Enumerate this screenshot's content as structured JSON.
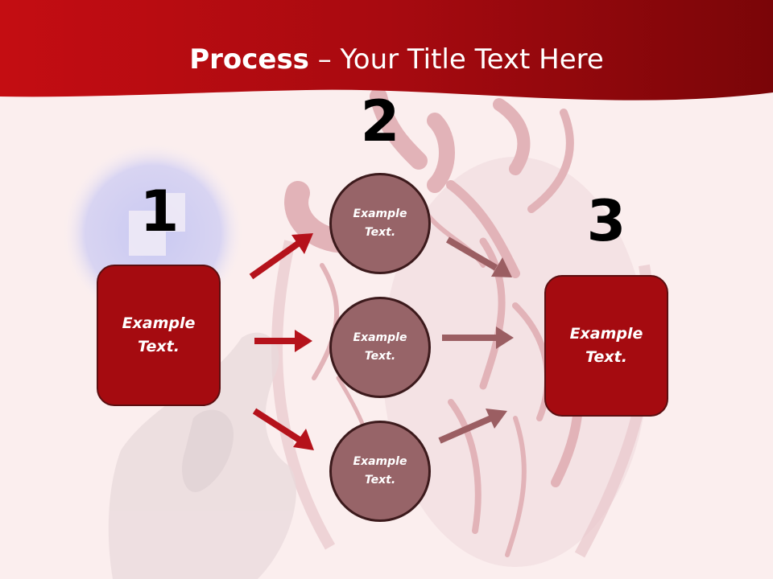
{
  "title": {
    "bold": "Process",
    "rest": " – Your Title Text Here"
  },
  "steps": {
    "one": "1",
    "two": "2",
    "three": "3"
  },
  "left_box": "Example Text.",
  "right_box": "Example Text.",
  "circles": [
    "Example Text.",
    "Example Text.",
    "Example Text."
  ],
  "colors": {
    "banner": "#b30c12",
    "box_fill": "#a50b10",
    "circle_fill": "#976468",
    "arrow_in": "#b5121b",
    "arrow_out": "#9b5e62",
    "background": "#fbeeee"
  }
}
